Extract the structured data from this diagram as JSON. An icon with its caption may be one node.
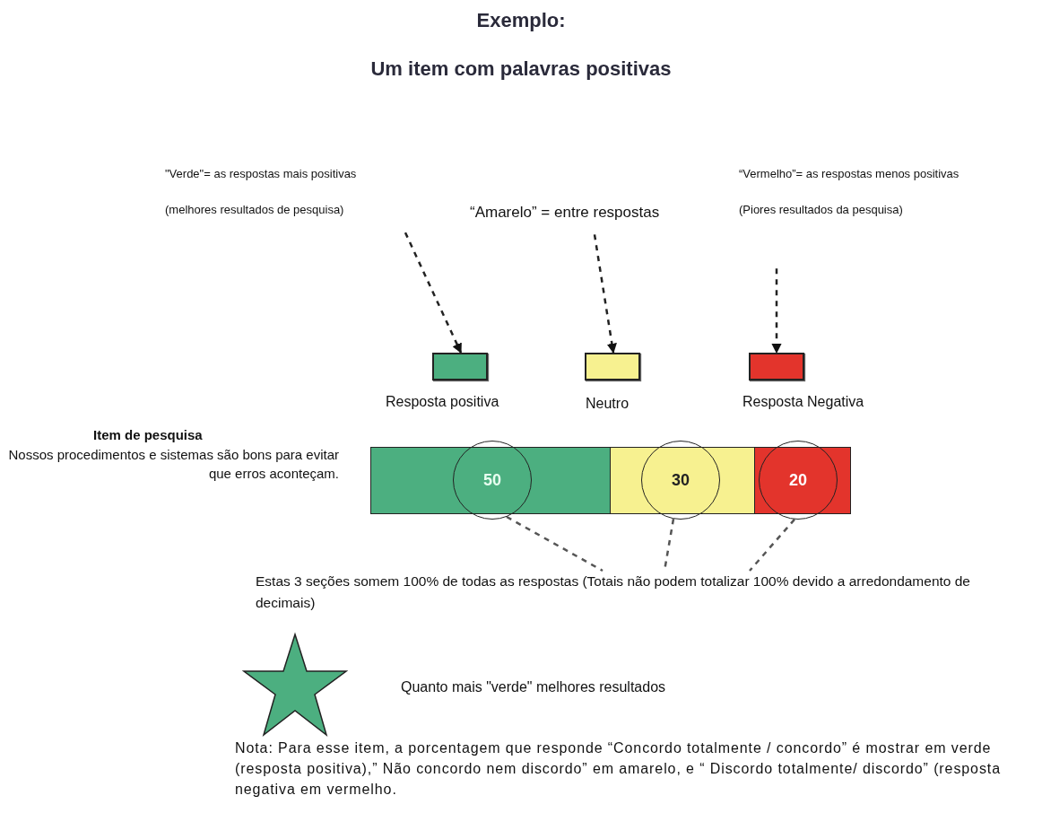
{
  "diagram": {
    "title": "Exemplo:",
    "nodes": [
      {
        "text": [
          "\"Verde\"= as respostas mais positivas",
          "(melhores resultados de pesquisa)"
        ]
      },
      {
        "text": [
          "“Amarelo” = entre respostas"
        ]
      },
      {
        "text": [
          "“Vermelho”= as respostas menos positivas",
          "(Piores resultados da pesquisa)"
        ]
      },
      {
        "text": [],
        "shape": "box",
        "beside": [
          "Resposta positiva"
        ]
      },
      {
        "text": [],
        "shape": "box",
        "beside": [
          "Neutro"
        ]
      },
      {
        "text": [],
        "shape": "box",
        "beside": [
          "Resposta Negativa"
        ]
      },
      {
        "text": [
          "50"
        ]
      },
      {
        "text": [
          "30"
        ]
      },
      {
        "text": [
          "20"
        ]
      },
      {
        "text": [
          "Estas 3 seções somem 100% de todas as respostas (Totais não podem totalizar 100% devido a arredondamento de decimais)"
        ]
      }
    ],
    "edges": [
      {
        "from": 0,
        "to": 3,
        "arrow": "to",
        "style": "dashed"
      },
      {
        "from": 1,
        "to": 4,
        "arrow": "to",
        "style": "dashed"
      },
      {
        "from": 2,
        "to": 5,
        "arrow": "to",
        "style": "dashed"
      },
      {
        "from": 6,
        "to": 9,
        "arrow": "none",
        "style": "dashed"
      },
      {
        "from": 7,
        "to": 9,
        "arrow": "none",
        "style": "dashed"
      },
      {
        "from": 8,
        "to": 9,
        "arrow": "none",
        "style": "dashed"
      }
    ],
    "labels": [
      "Um item com palavras positivas",
      "Item de pesquisa",
      "Nossos procedimentos e sistemas são bons para evitar que erros aconteçam.",
      "Quanto mais \"verde\" melhores resultados",
      "Nota: Para esse item, a porcentagem que responde “Concordo totalmente / concordo” é mostrar em verde (resposta positiva),” Não concordo nem discordo” em amarelo, e “ Discordo totalmente/ discordo” (resposta negativa em vermelho."
    ]
  }
}
